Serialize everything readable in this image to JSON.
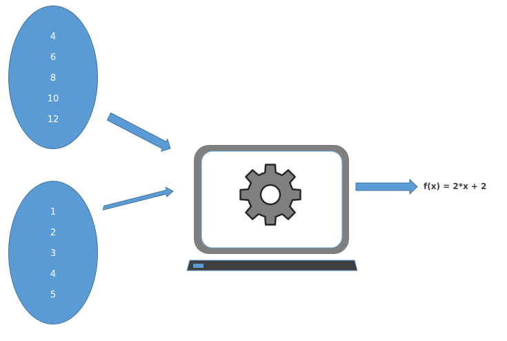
{
  "outputs": {
    "values": [
      "4",
      "6",
      "8",
      "10",
      "12"
    ]
  },
  "inputs": {
    "values": [
      "1",
      "2",
      "3",
      "4",
      "5"
    ]
  },
  "function": {
    "label": "f(x) = 2*x + 2"
  },
  "colors": {
    "ellipse_fill": "#5b9bd5",
    "arrow_fill": "#5b9bd5",
    "laptop_frame": "#7f7f7f",
    "laptop_base": "#404040",
    "gear": "#7f7f7f"
  },
  "icons": [
    "gear-icon",
    "laptop-icon",
    "arrow-icon"
  ]
}
